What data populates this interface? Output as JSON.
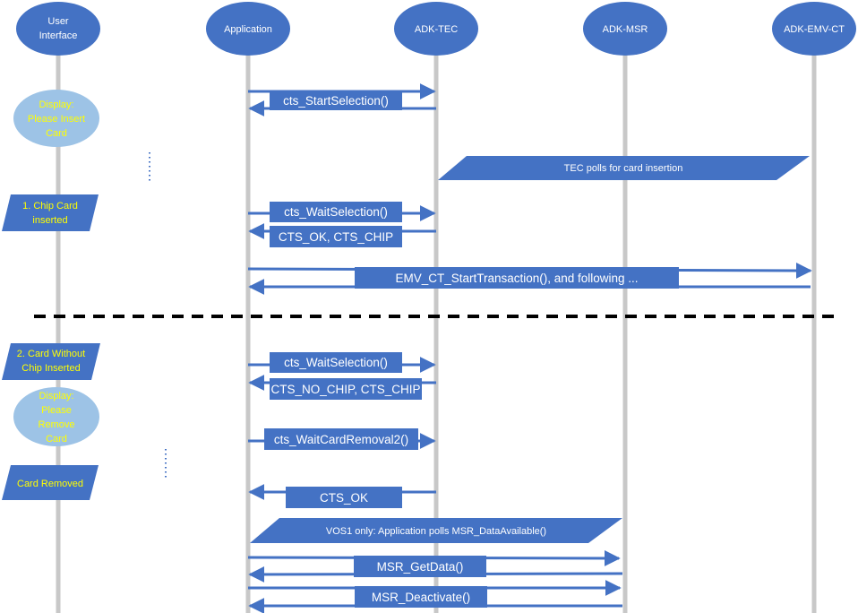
{
  "lifelines": [
    {
      "id": "ui",
      "label_lines": [
        "User",
        "Interface"
      ]
    },
    {
      "id": "app",
      "label_lines": [
        "Application"
      ]
    },
    {
      "id": "tec",
      "label_lines": [
        "ADK-TEC"
      ]
    },
    {
      "id": "msr",
      "label_lines": [
        "ADK-MSR"
      ]
    },
    {
      "id": "emv",
      "label_lines": [
        "ADK-EMV-CT"
      ]
    }
  ],
  "ui_states": [
    {
      "id": "display-insert",
      "shape": "ellipse",
      "lines": [
        "Display:",
        "Please Insert",
        "Card"
      ]
    },
    {
      "id": "chip-inserted",
      "shape": "parallelogram",
      "lines": [
        "1. Chip Card",
        "inserted"
      ]
    },
    {
      "id": "no-chip-inserted",
      "shape": "parallelogram",
      "lines": [
        "2. Card Without",
        "Chip Inserted"
      ]
    },
    {
      "id": "display-remove",
      "shape": "ellipse",
      "lines": [
        "Display:",
        "Please",
        "Remove",
        "Card"
      ]
    },
    {
      "id": "card-removed",
      "shape": "parallelogram",
      "lines": [
        "Card Removed"
      ]
    }
  ],
  "messages": [
    {
      "id": "start-selection",
      "label": "cts_StartSelection()"
    },
    {
      "id": "wait-selection-1",
      "label": "cts_WaitSelection()"
    },
    {
      "id": "cts-ok-chip",
      "label": "CTS_OK, CTS_CHIP"
    },
    {
      "id": "emv-start",
      "label": "EMV_CT_StartTransaction(), and following ..."
    },
    {
      "id": "wait-selection-2",
      "label": "cts_WaitSelection()"
    },
    {
      "id": "no-chip",
      "label": "CTS_NO_CHIP, CTS_CHIP"
    },
    {
      "id": "wait-removal",
      "label": "cts_WaitCardRemoval2()"
    },
    {
      "id": "cts-ok",
      "label": "CTS_OK"
    },
    {
      "id": "msr-getdata",
      "label": "MSR_GetData()"
    },
    {
      "id": "msr-deactivate",
      "label": "MSR_Deactivate()"
    }
  ],
  "notes": [
    {
      "id": "tec-polls",
      "label": "TEC polls for card insertion"
    },
    {
      "id": "vos1-polls",
      "label": "VOS1 only: Application polls MSR_DataAvailable()"
    }
  ],
  "colors": {
    "primary": "#4472c4",
    "ui_ellipse": "#9dc3e6",
    "ui_text": "#ffff00",
    "lifeline": "#c8c8c8",
    "separator": "#000000"
  }
}
